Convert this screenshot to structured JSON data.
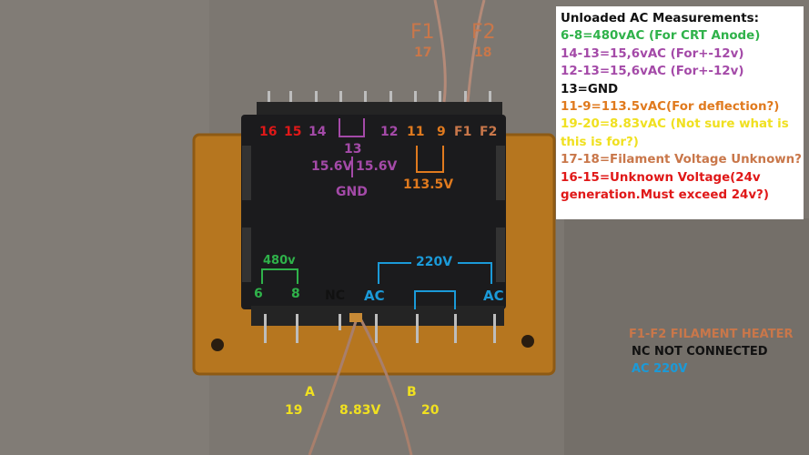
{
  "photo": {
    "description_colors": {
      "background": "#7c7771",
      "board": "#b6761f",
      "transformer_body": "#1b1b1d",
      "green": "#2fb24a",
      "purple": "#a44aa8",
      "orange": "#e07a1e",
      "red": "#e01818",
      "blue": "#1b9ad8",
      "yellow": "#f0e020",
      "brown": "#c9774a",
      "black": "#111111"
    }
  },
  "labels": {
    "f1_top": "F1",
    "f1_num": "17",
    "f2_top": "F2",
    "f2_num": "18",
    "pin16": "16",
    "pin15": "15",
    "pin14": "14",
    "pin13": "13",
    "pin12": "12",
    "pin11": "11",
    "pin9": "9",
    "pinF1": "F1",
    "pinF2": "F2",
    "volt_left": "15.6V",
    "volt_right": "15.6V",
    "gnd": "GND",
    "volt_113": "113.5V",
    "volt_480": "480v",
    "pin6": "6",
    "pin8": "8",
    "nc": "NC",
    "ac_left": "AC",
    "volt_220": "220V",
    "ac_right": "AC",
    "wire_a": "A",
    "wire_b": "B",
    "num19": "19",
    "volt_883": "8.83V",
    "num20": "20"
  },
  "measurements": {
    "title": "Unloaded AC Measurements:",
    "lines": [
      {
        "text": "6-8=480vAC (For CRT Anode)",
        "color": "#2fb24a"
      },
      {
        "text": "14-13=15,6vAC (For+-12v)",
        "color": "#a44aa8"
      },
      {
        "text": "12-13=15,6vAC (For+-12v)",
        "color": "#a44aa8"
      },
      {
        "text": "13=GND",
        "color": "#111111"
      },
      {
        "text": "11-9=113.5vAC(For deflection?)",
        "color": "#e07a1e"
      },
      {
        "text": "19-20=8.83vAC (Not sure what is",
        "color": "#f0e020"
      },
      {
        "text": "this is for?)",
        "color": "#f0e020"
      },
      {
        "text": "17-18=Filament Voltage Unknown?",
        "color": "#c9774a"
      },
      {
        "text": "16-15=Unknown Voltage(24v",
        "color": "#e01818"
      },
      {
        "text": "generation.Must exceed 24v?)",
        "color": "#e01818"
      }
    ]
  },
  "legend": {
    "line1": "F1-F2 FILAMENT HEATER",
    "line2": "NC NOT CONNECTED",
    "line3": "AC 220V"
  }
}
